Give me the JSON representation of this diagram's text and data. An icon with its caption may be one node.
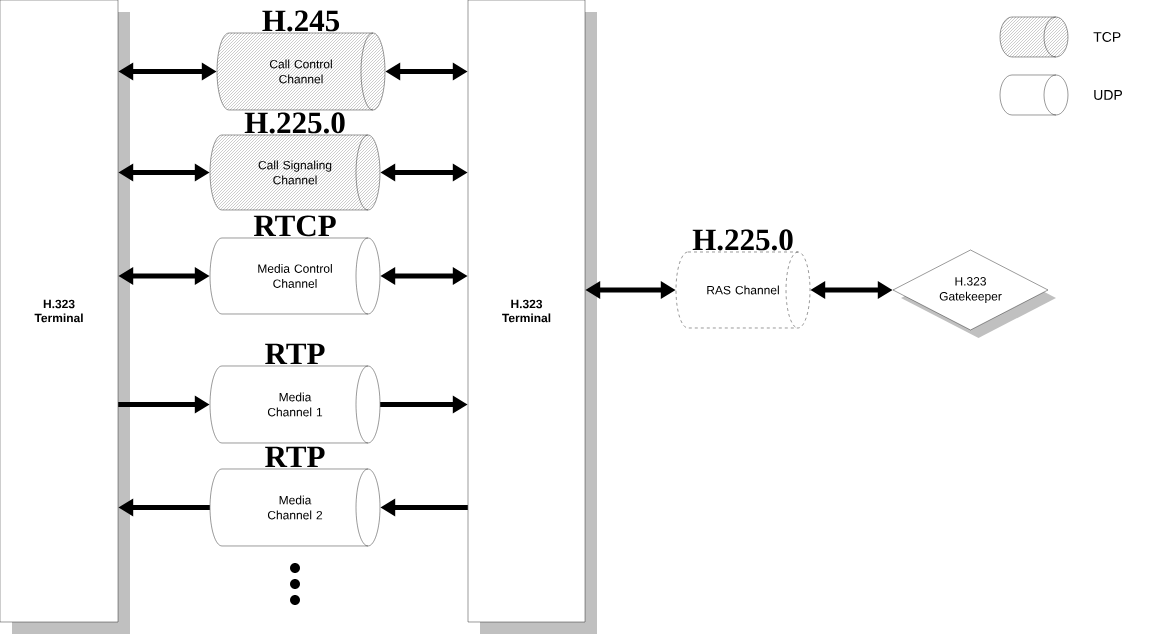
{
  "diagram": {
    "nodes": [
      {
        "text": [
          "H.323 Terminal"
        ]
      },
      {
        "text": [
          "H.323 Terminal"
        ]
      },
      {
        "text": [
          "H.245",
          "Call Control Channel"
        ]
      },
      {
        "text": [
          "H.225.0",
          "Call Signaling Channel"
        ]
      },
      {
        "text": [
          "RTCP",
          "Media Control Channel"
        ]
      },
      {
        "text": [
          "RTP",
          "Media Channel 1"
        ]
      },
      {
        "text": [
          "RTP",
          "Media Channel 2"
        ]
      },
      {
        "text": [
          "H.225.0",
          "RAS Channel"
        ]
      },
      {
        "text": [
          "H.323 Gatekeeper"
        ]
      }
    ],
    "edges": [
      {
        "from": 0,
        "to": 2,
        "arrow": "both"
      },
      {
        "from": 2,
        "to": 1,
        "arrow": "both"
      },
      {
        "from": 0,
        "to": 3,
        "arrow": "both"
      },
      {
        "from": 3,
        "to": 1,
        "arrow": "both"
      },
      {
        "from": 0,
        "to": 4,
        "arrow": "both"
      },
      {
        "from": 4,
        "to": 1,
        "arrow": "both"
      },
      {
        "from": 0,
        "to": 5,
        "arrow": "to"
      },
      {
        "from": 5,
        "to": 1,
        "arrow": "to"
      },
      {
        "from": 1,
        "to": 6,
        "arrow": "to"
      },
      {
        "from": 6,
        "to": 0,
        "arrow": "to"
      },
      {
        "from": 1,
        "to": 7,
        "arrow": "both"
      },
      {
        "from": 7,
        "to": 8,
        "arrow": "both"
      }
    ],
    "legend": [
      {
        "text": "TCP"
      },
      {
        "text": "UDP"
      }
    ]
  }
}
